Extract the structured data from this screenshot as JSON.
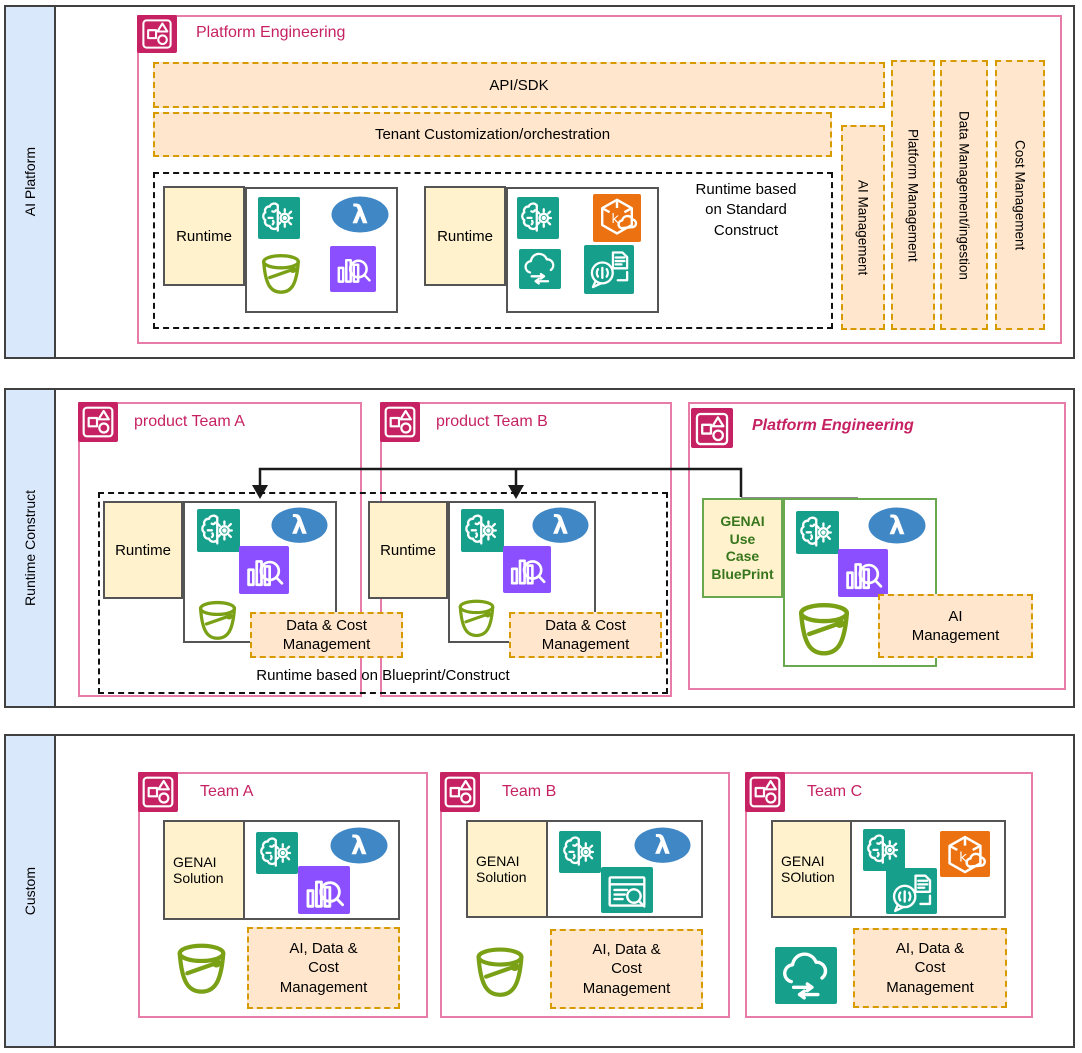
{
  "colors": {
    "magenta": "#c62263",
    "pink_border": "#e87ca8",
    "orange_dash_border": "#d79b00",
    "orange_fill": "#ffe6cc",
    "tan_fill": "#fff2cc",
    "teal_icon": "#16a08c",
    "lambda_blue": "#3f87c5",
    "purple_icon": "#8c4fff",
    "orange_icon": "#ec7211",
    "bucket_green": "#7aa116",
    "green_border": "#6aa84f",
    "green_text": "#38761d",
    "sidebar_fill": "#dae8fc"
  },
  "bands": {
    "band1_label": "AI Platform",
    "band2_label": "Runtime Construct",
    "band3_label": "Custom"
  },
  "ai_platform": {
    "title": "Platform Engineering",
    "api_sdk": "API/SDK",
    "tenant": "Tenant Customization/orchestration",
    "runtime1": "Runtime",
    "runtime2": "Runtime",
    "standard_note": "Runtime based\non Standard\nConstruct",
    "ai_mgmt": "AI Management",
    "platform_mgmt": "Platform Management",
    "data_mgmt": "Data Management/ingestion",
    "cost_mgmt": "Cost Management"
  },
  "runtime_construct": {
    "team_a": "product Team A",
    "team_b": "product Team B",
    "pe_title": "Platform Engineering",
    "runtime_a": "Runtime",
    "runtime_b": "Runtime",
    "data_cost_a": "Data & Cost\nManagement",
    "data_cost_b": "Data & Cost\nManagement",
    "blueprint_note": "Runtime based on Blueprint/Construct",
    "genai_blueprint": "GENAI\nUse\nCase\nBluePrint",
    "ai_mgmt": "AI\nManagement"
  },
  "custom": {
    "teams": [
      {
        "title": "Team A",
        "solution": "GENAI\nSolution",
        "mgmt": "AI, Data &\nCost\nManagement"
      },
      {
        "title": "Team B",
        "solution": "GENAI\nSolution",
        "mgmt": "AI, Data &\nCost\nManagement"
      },
      {
        "title": "Team C",
        "solution": "GENAI\nSOlution",
        "mgmt": "AI, Data &\nCost\nManagement"
      }
    ]
  },
  "icons": {
    "team": "resource-shapes-icon",
    "sagemaker": "brain-gear-ml-icon",
    "lambda": "lambda-circle-icon",
    "bucket": "s3-bucket-icon",
    "opensearch": "bars-magnifier-icon",
    "eks": "hexagon-container-icon",
    "cloudsync": "cloud-transfer-icon",
    "chatdoc": "chat-transcript-icon",
    "websearch": "webpage-search-icon"
  }
}
